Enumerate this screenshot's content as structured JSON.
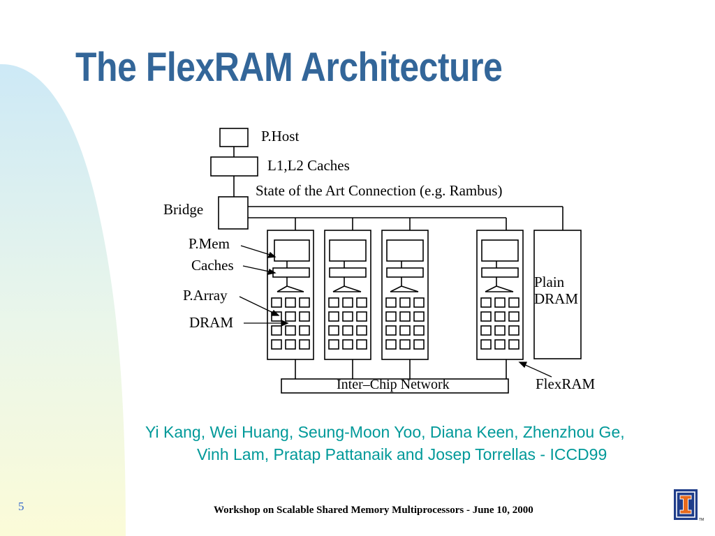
{
  "slide": {
    "title": "The FlexRAM Architecture",
    "authors_line1": "Yi Kang, Wei Huang, Seung-Moon Yoo, Diana Keen, Zhenzhou Ge,",
    "authors_line2": "Vinh Lam, Pratap Pattanaik and Josep Torrellas - ICCD99",
    "slide_number": "5",
    "footer": "Workshop on Scalable Shared Memory Multiprocessors - June 10, 2000",
    "logo_letter": "I",
    "logo_tm": "TM"
  },
  "diagram": {
    "labels": {
      "p_host": "P.Host",
      "caches_top": "L1,L2 Caches",
      "connection": "State of the Art Connection (e.g. Rambus)",
      "bridge": "Bridge",
      "p_mem": "P.Mem",
      "caches": "Caches",
      "p_array": "P.Array",
      "dram": "DRAM",
      "plain": "Plain",
      "plain_dram": "DRAM",
      "network": "Inter–Chip Network",
      "flexram": "FlexRAM"
    }
  },
  "colors": {
    "title": "#336699",
    "authors": "#009999",
    "slide_number": "#3366cc",
    "logo_blue": "#1f3d8a",
    "logo_orange": "#e86a1c"
  },
  "icons": {
    "logo": "illinois-block-i-logo"
  }
}
